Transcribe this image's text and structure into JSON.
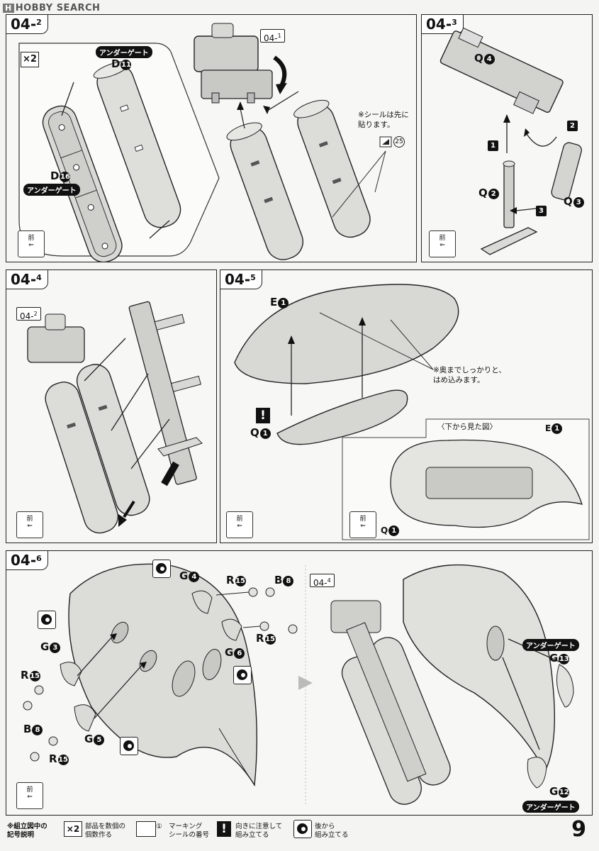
{
  "watermark": "HOBBY SEARCH",
  "steps": {
    "s2": {
      "tag": "04",
      "sub": "2"
    },
    "s3": {
      "tag": "04",
      "sub": "3"
    },
    "s4": {
      "tag": "04",
      "sub": "4"
    },
    "s5": {
      "tag": "04",
      "sub": "5"
    },
    "s6": {
      "tag": "04",
      "sub": "6"
    }
  },
  "refs": {
    "r1": {
      "main": "04",
      "sub": "1"
    },
    "r2": {
      "main": "04",
      "sub": "2"
    },
    "r4": {
      "main": "04",
      "sub": "4"
    }
  },
  "front_label": "前",
  "x2_label": "×2",
  "under_gate": "アンダーゲート",
  "parts": {
    "D11": {
      "letter": "D",
      "num": "11"
    },
    "D16": {
      "letter": "D",
      "num": "16"
    },
    "Q4": {
      "letter": "Q",
      "num": "4"
    },
    "Q2": {
      "letter": "Q",
      "num": "2"
    },
    "Q3": {
      "letter": "Q",
      "num": "3"
    },
    "E1a": {
      "letter": "E",
      "num": "1"
    },
    "E1b": {
      "letter": "E",
      "num": "1"
    },
    "Q1a": {
      "letter": "Q",
      "num": "1"
    },
    "Q1b": {
      "letter": "Q",
      "num": "1"
    },
    "G4": {
      "letter": "G",
      "num": "4"
    },
    "R15a": {
      "letter": "R",
      "num": "15"
    },
    "B8a": {
      "letter": "B",
      "num": "8"
    },
    "R15b": {
      "letter": "R",
      "num": "15"
    },
    "G6": {
      "letter": "G",
      "num": "6"
    },
    "G3": {
      "letter": "G",
      "num": "3"
    },
    "R15c": {
      "letter": "R",
      "num": "15"
    },
    "B8b": {
      "letter": "B",
      "num": "8"
    },
    "G5": {
      "letter": "G",
      "num": "5"
    },
    "R15d": {
      "letter": "R",
      "num": "15"
    },
    "G13": {
      "letter": "G",
      "num": "13"
    },
    "G12": {
      "letter": "G",
      "num": "12"
    }
  },
  "notes": {
    "seal": [
      "※シールは先に",
      "貼ります。"
    ],
    "seal_num": "25",
    "press": [
      "※奥までしっかりと、",
      "はめ込みます。"
    ],
    "view_from_below": "〈下から見た図〉"
  },
  "order_numbers": [
    "1",
    "2",
    "3"
  ],
  "legend": {
    "title": [
      "※組立図中の",
      "記号説明"
    ],
    "x2_text": [
      "部品を数個の",
      "個数作る"
    ],
    "marking_num": "①",
    "marking_text": [
      "マーキング",
      "シールの番号"
    ],
    "caution_text": [
      "向きに注意して",
      "組み立てる"
    ],
    "later_text": [
      "後から",
      "組み立てる"
    ]
  },
  "page_number": "9"
}
